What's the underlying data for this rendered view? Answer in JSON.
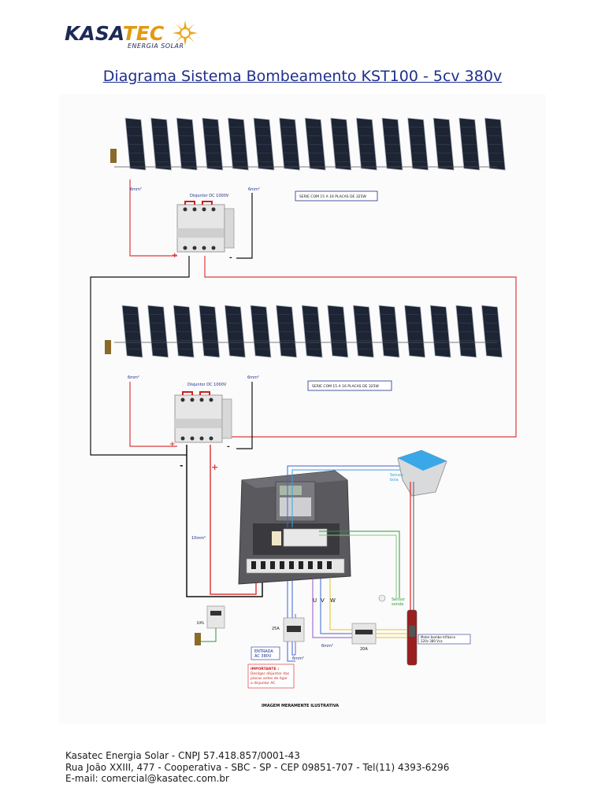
{
  "brand": {
    "name_part1": "KASA",
    "name_part2": "TEC",
    "tagline": "ENERGIA SOLAR"
  },
  "title": "Diagrama Sistema Bombeamento KST100 - 5cv 380v",
  "diagram": {
    "array1": {
      "panel_count": 15,
      "series_label": "SERIE COM 15 A 16 PLACAS DE 325W",
      "cable_left": "6mm²",
      "cable_right": "6mm²",
      "breaker_label": "Disjuntor DC 1000V"
    },
    "array2": {
      "panel_count": 15,
      "series_label": "SERIE COM 15 A 16 PLACAS DE 325W",
      "cable_left": "6mm²",
      "cable_right": "6mm²",
      "breaker_label": "Disjuntor DC 1000V"
    },
    "dc_cable": "10mm²",
    "dps_label": "DPS",
    "breaker_25a": "25A",
    "breaker_20a": "20A",
    "phase_labels": [
      "U",
      "V",
      "W"
    ],
    "ac_cable_6": "6mm²",
    "motor_cable": "6mm²",
    "ac_input": {
      "line1": "ENTRADA",
      "line2": "AC  380V"
    },
    "important": {
      "line1": "IMPORTANTE :",
      "line2": "Desligar disjuntor das",
      "line3": "placas antes de ligar",
      "line4": "o disjuntor AC"
    },
    "sensor_float": {
      "line1": "Sensor",
      "line2": "boia"
    },
    "sensor_well": {
      "line1": "Sensor",
      "line2": "sonda"
    },
    "motor_label": {
      "line1": "Motor bomba trifásica",
      "line2": "220v  380 Vca"
    },
    "illustrative": "IMAGEM MERAMENTE ILUSTRATIVA",
    "polarity": {
      "plus": "+",
      "minus": "-"
    }
  },
  "footer": {
    "line1": "Kasatec Energia Solar - CNPJ 57.418.857/0001-43",
    "line2": "Rua João XXIII, 477 - Cooperativa - SBC - SP - CEP 09851-707 - Tel(11) 4393-6296",
    "line3": "E-mail: comercial@kasatec.com.br"
  },
  "colors": {
    "title": "#1e2f8c",
    "positive": "#e03a3a",
    "negative": "#111111",
    "ac_blue": "#3a66d8",
    "ac_purple": "#9a4fc8",
    "ac_green": "#2a9a3a",
    "ac_yellow": "#e1c425",
    "sensor_blue": "#3aa0e0"
  }
}
